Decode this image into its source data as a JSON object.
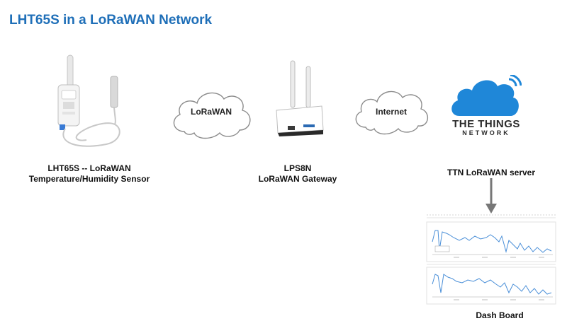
{
  "title": "LHT65S in a LoRaWAN Network",
  "sensor": {
    "caption_line1": "LHT65S -- LoRaWAN",
    "caption_line2": "Temperature/Humidity Sensor"
  },
  "cloud_lorawan": {
    "label": "LoRaWAN"
  },
  "gateway": {
    "caption_line1": "LPS8N",
    "caption_line2": "LoRaWAN Gateway"
  },
  "cloud_internet": {
    "label": "Internet"
  },
  "ttn": {
    "logo_line1": "THE THINGS",
    "logo_line2": "NETWORK",
    "caption": "TTN LoRaWAN server"
  },
  "dashboard": {
    "caption": "Dash Board"
  },
  "colors": {
    "title": "#1f6fb8",
    "ttn_blue": "#1f87d8",
    "arrow": "#777777",
    "chart_line": "#4a8fd8"
  }
}
